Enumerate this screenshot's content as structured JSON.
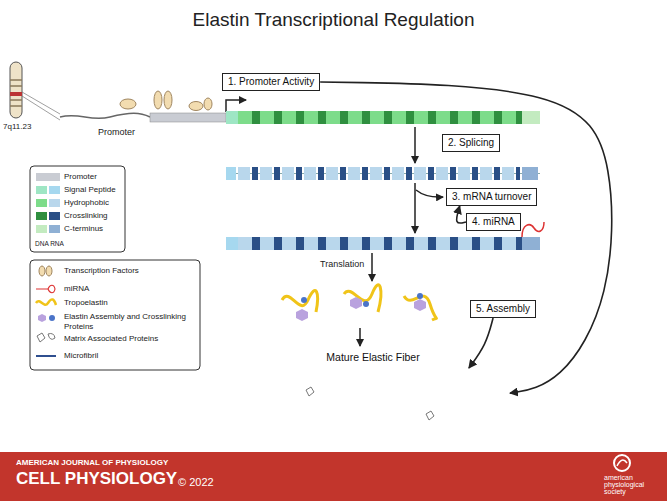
{
  "diagram": {
    "title": "Elastin Transcriptional Regulation",
    "nodes": [
      {
        "text": [
          "1. Promoter Activity"
        ]
      },
      {
        "text": [
          "2. Splicing"
        ]
      },
      {
        "text": [
          "3. mRNA turnover"
        ]
      },
      {
        "text": [
          "4. miRNA"
        ]
      },
      {
        "text": [
          "5. Assembly"
        ]
      },
      {
        "text": [
          "Mature Elastic Fiber"
        ]
      }
    ],
    "edges": [
      {
        "from": 0,
        "to": 5,
        "arrow": "to"
      },
      {
        "from": 3,
        "to": 2,
        "arrow": "to"
      },
      {
        "from": 4,
        "to": 5,
        "arrow": "to"
      }
    ],
    "labels": [
      "7q11.23",
      "Promoter",
      "DNA RNA",
      "Translation",
      "AMERICAN JOURNAL OF PHYSIOLOGY",
      "CELL PHYSIOLOGY",
      "© 2022",
      "american physiological society"
    ],
    "legend": [
      {
        "text": "Promoter",
        "color": "#c9ccd3"
      },
      {
        "text": "Signal Peptide",
        "color": "#9ee6c4"
      },
      {
        "text": "Hydrophobic",
        "color": "#7ddc8a"
      },
      {
        "text": "Crosslinking",
        "color": "#2f8f3f"
      },
      {
        "text": "C-terminus",
        "color": "#c3ebc0"
      },
      {
        "text": "Transcription Factors"
      },
      {
        "text": "miRNA"
      },
      {
        "text": "Tropoelastin"
      },
      {
        "text": "Elastin Assembly and Crosslinking Proteins"
      },
      {
        "text": "Matrix Associated Proteins"
      },
      {
        "text": "Microfibril"
      }
    ]
  }
}
